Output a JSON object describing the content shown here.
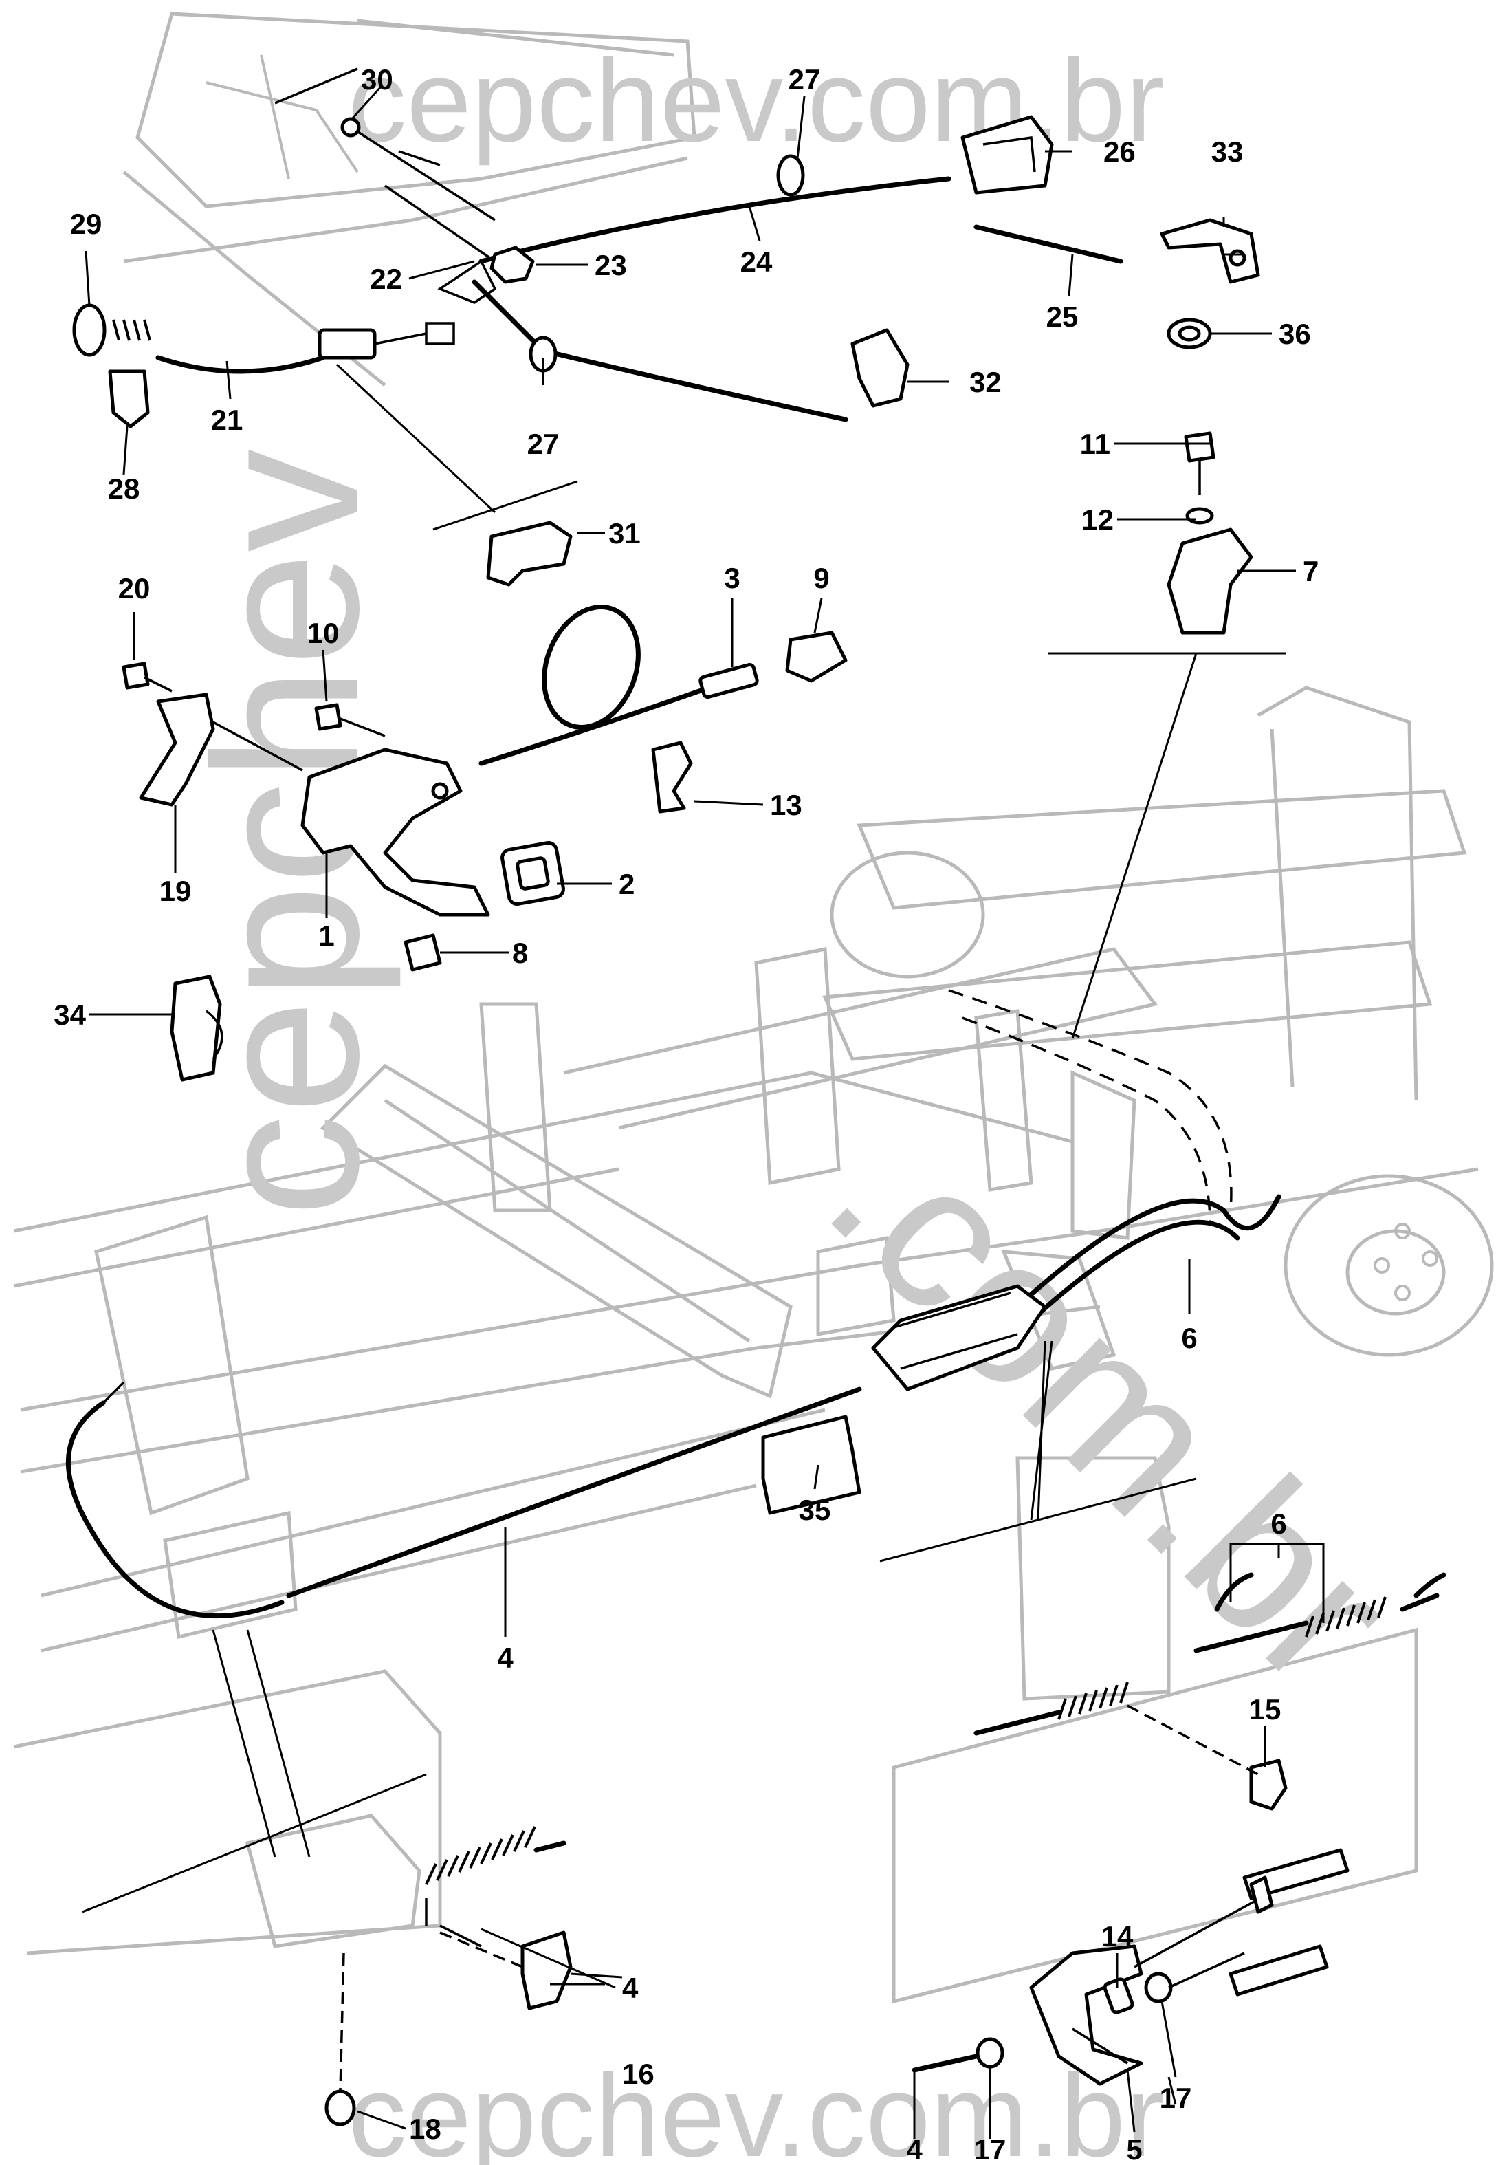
{
  "watermark": {
    "top": "cepchev.com.br",
    "bottom": "cepchev.com.br",
    "left_vertical": "cepchev",
    "diagonal": ".com.br"
  },
  "callouts": {
    "p1": "1",
    "p2": "2",
    "p3": "3",
    "p4a": "4",
    "p4b": "4",
    "p4c": "4",
    "p5": "5",
    "p6a": "6",
    "p6b": "6",
    "p7": "7",
    "p8": "8",
    "p9": "9",
    "p10": "10",
    "p11": "11",
    "p12": "12",
    "p13": "13",
    "p14": "14",
    "p15": "15",
    "p16": "16",
    "p17a": "17",
    "p17b": "17",
    "p18": "18",
    "p19": "19",
    "p20": "20",
    "p21": "21",
    "p22": "22",
    "p23": "23",
    "p24": "24",
    "p25": "25",
    "p26": "26",
    "p27a": "27",
    "p27b": "27",
    "p28": "28",
    "p29": "29",
    "p30": "30",
    "p31": "31",
    "p32": "32",
    "p33": "33",
    "p34": "34",
    "p35": "35",
    "p36": "36"
  }
}
